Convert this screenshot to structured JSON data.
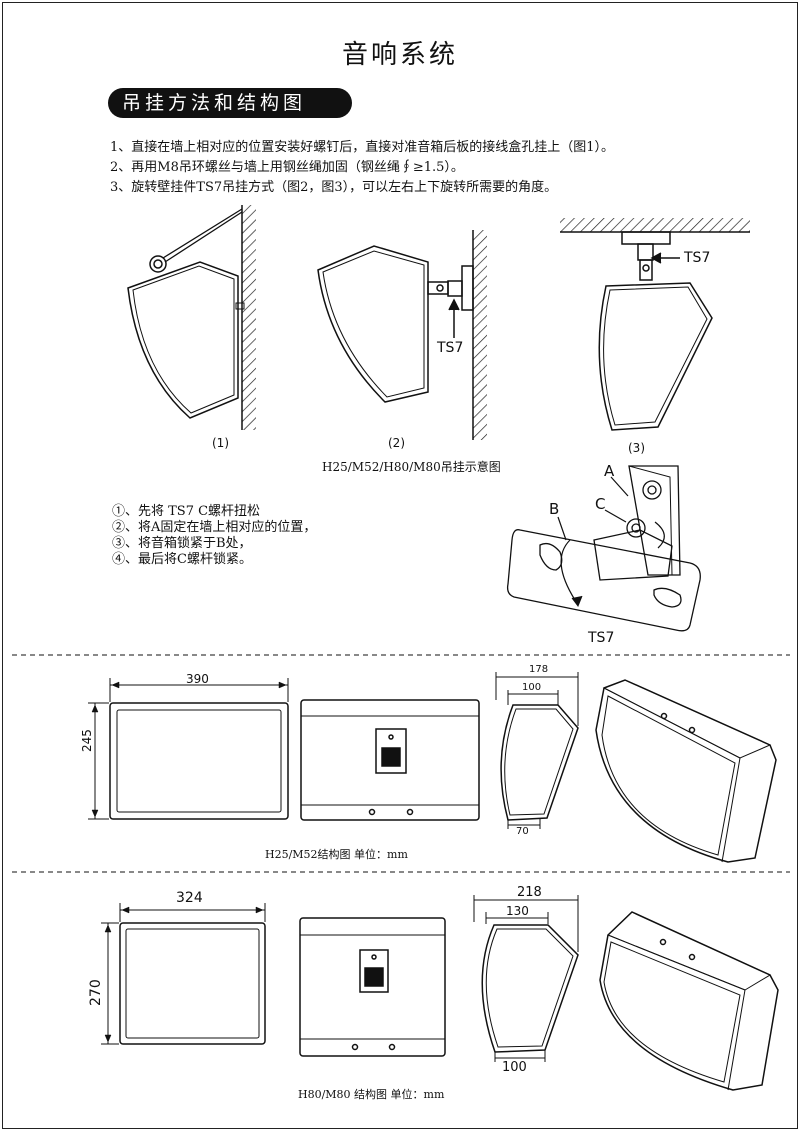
{
  "title": "音响系统",
  "section_heading": "吊挂方法和结构图",
  "instructions": [
    "1、直接在墙上相对应的位置安装好螺钉后，直接对准音箱后板的接线盒孔挂上（图1）。",
    "2、再用M8吊环螺丝与墙上用钢丝绳加固（钢丝绳∮≥1.5）。",
    "3、旋转壁挂件TS7吊挂方式（图2，图3），可以左右上下旋转所需要的角度。"
  ],
  "figures": {
    "fig1": "(1)",
    "fig2": "(2)",
    "fig3": "(3)",
    "ts7_a": "TS7",
    "ts7_b": "TS7",
    "ts7_c": "TS7"
  },
  "hang_caption": "H25/M52/H80/M80吊挂示意图",
  "bracket_steps": [
    "①、先将 TS7 C螺杆扭松",
    "②、将A固定在墙上相对应的位置，",
    "③、将音箱锁紧于B处，",
    "④、最后将C螺杆锁紧。"
  ],
  "bracket_labels": {
    "a": "A",
    "b": "B",
    "c": "C"
  },
  "h25_dims": {
    "width": "390",
    "height": "245",
    "depth": "178",
    "top": "100",
    "bottom": "70"
  },
  "h25_caption": "H25/M52结构图 单位：mm",
  "h80_dims": {
    "width": "324",
    "height": "270",
    "depth": "218",
    "top": "130",
    "bottom": "100"
  },
  "h80_caption": "H80/M80 结构图 单位：mm"
}
